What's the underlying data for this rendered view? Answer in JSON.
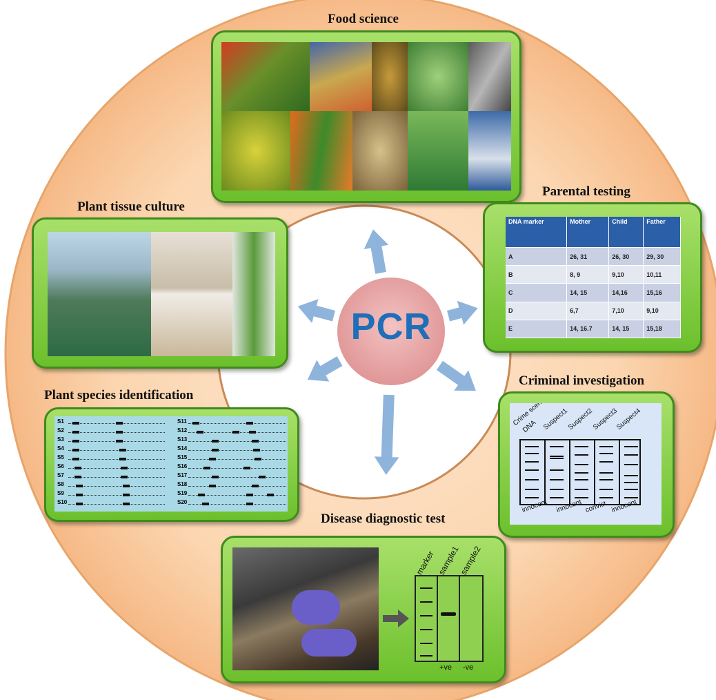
{
  "center": {
    "label": "PCR"
  },
  "sections": {
    "food": {
      "title": "Food science",
      "photo": "food-collage"
    },
    "plant_tissue": {
      "title": "Plant tissue culture",
      "photo": "greenhouse-and-culture-vessels"
    },
    "parental": {
      "title": "Parental testing",
      "table": {
        "headers": [
          "DNA marker",
          "Mother",
          "Child",
          "Father"
        ],
        "rows": [
          [
            "A",
            "26, 31",
            "26, 30",
            "29, 30"
          ],
          [
            "B",
            "8, 9",
            "9,10",
            "10,11"
          ],
          [
            "C",
            "14, 15",
            "14,16",
            "15,16"
          ],
          [
            "D",
            "6,7",
            "7,10",
            "9,10"
          ],
          [
            "E",
            "14, 16.7",
            "14, 15",
            "15,18"
          ]
        ]
      }
    },
    "species": {
      "title": "Plant species identification",
      "samples_left": [
        "S1",
        "S2",
        "S3",
        "S4",
        "S5",
        "S6",
        "S7",
        "S8",
        "S9",
        "S10"
      ],
      "samples_right": [
        "S11",
        "S12",
        "S13",
        "S14",
        "S15",
        "S16",
        "S17",
        "S18",
        "S19",
        "S20"
      ]
    },
    "criminal": {
      "title": "Criminal investigation",
      "lanes": [
        "Crime scene DNA",
        "Suspect1",
        "Suspect2",
        "Suspect3",
        "Suspect4"
      ],
      "lane_line1": "Crime scene",
      "lane_line2": "DNA",
      "verdicts": [
        "innocent",
        "innocent",
        "convict",
        "innocent"
      ]
    },
    "disease": {
      "title": "Disease diagnostic test",
      "photo": "blood-sample-collection",
      "lanes": [
        "marker",
        "sample1",
        "sample2"
      ],
      "results": [
        "+ve",
        "-ve"
      ]
    }
  },
  "colors": {
    "card_green": "#7ccc3a",
    "card_border": "#3f8a1c",
    "arrow_blue": "#8fb4dc",
    "pcr_text": "#1f6fb8",
    "pcr_circle": "#e8a0a0",
    "table_header": "#2b5fa8"
  }
}
